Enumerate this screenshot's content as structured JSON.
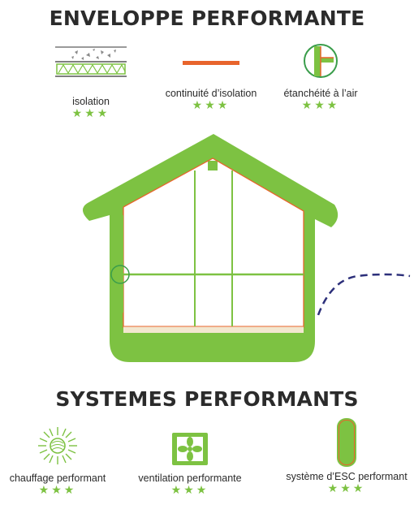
{
  "envelope": {
    "title": "ENVELOPPE PERFORMANTE",
    "features": [
      {
        "label": "isolation",
        "stars": "★★★",
        "icon": "insulation-icon"
      },
      {
        "label": "continuité d’isolation",
        "stars": "★★★",
        "icon": "insulation-continuity-icon"
      },
      {
        "label": "étanchéité à l’air",
        "stars": "★★★",
        "icon": "airtightness-icon"
      }
    ]
  },
  "systems": {
    "title": "SYSTEMES PERFORMANTS",
    "features": [
      {
        "label": "chauffage performant",
        "stars": "★★★",
        "icon": "heating-icon"
      },
      {
        "label": "ventilation performante",
        "stars": "★★★",
        "icon": "ventilation-icon"
      },
      {
        "label": "système d’ESC performant",
        "stars": "★★★",
        "icon": "water-heater-icon"
      }
    ]
  },
  "colors": {
    "green": "#7dc242",
    "orange": "#e8642c",
    "navy": "#2c2f7a",
    "text": "#2b2b2b"
  }
}
